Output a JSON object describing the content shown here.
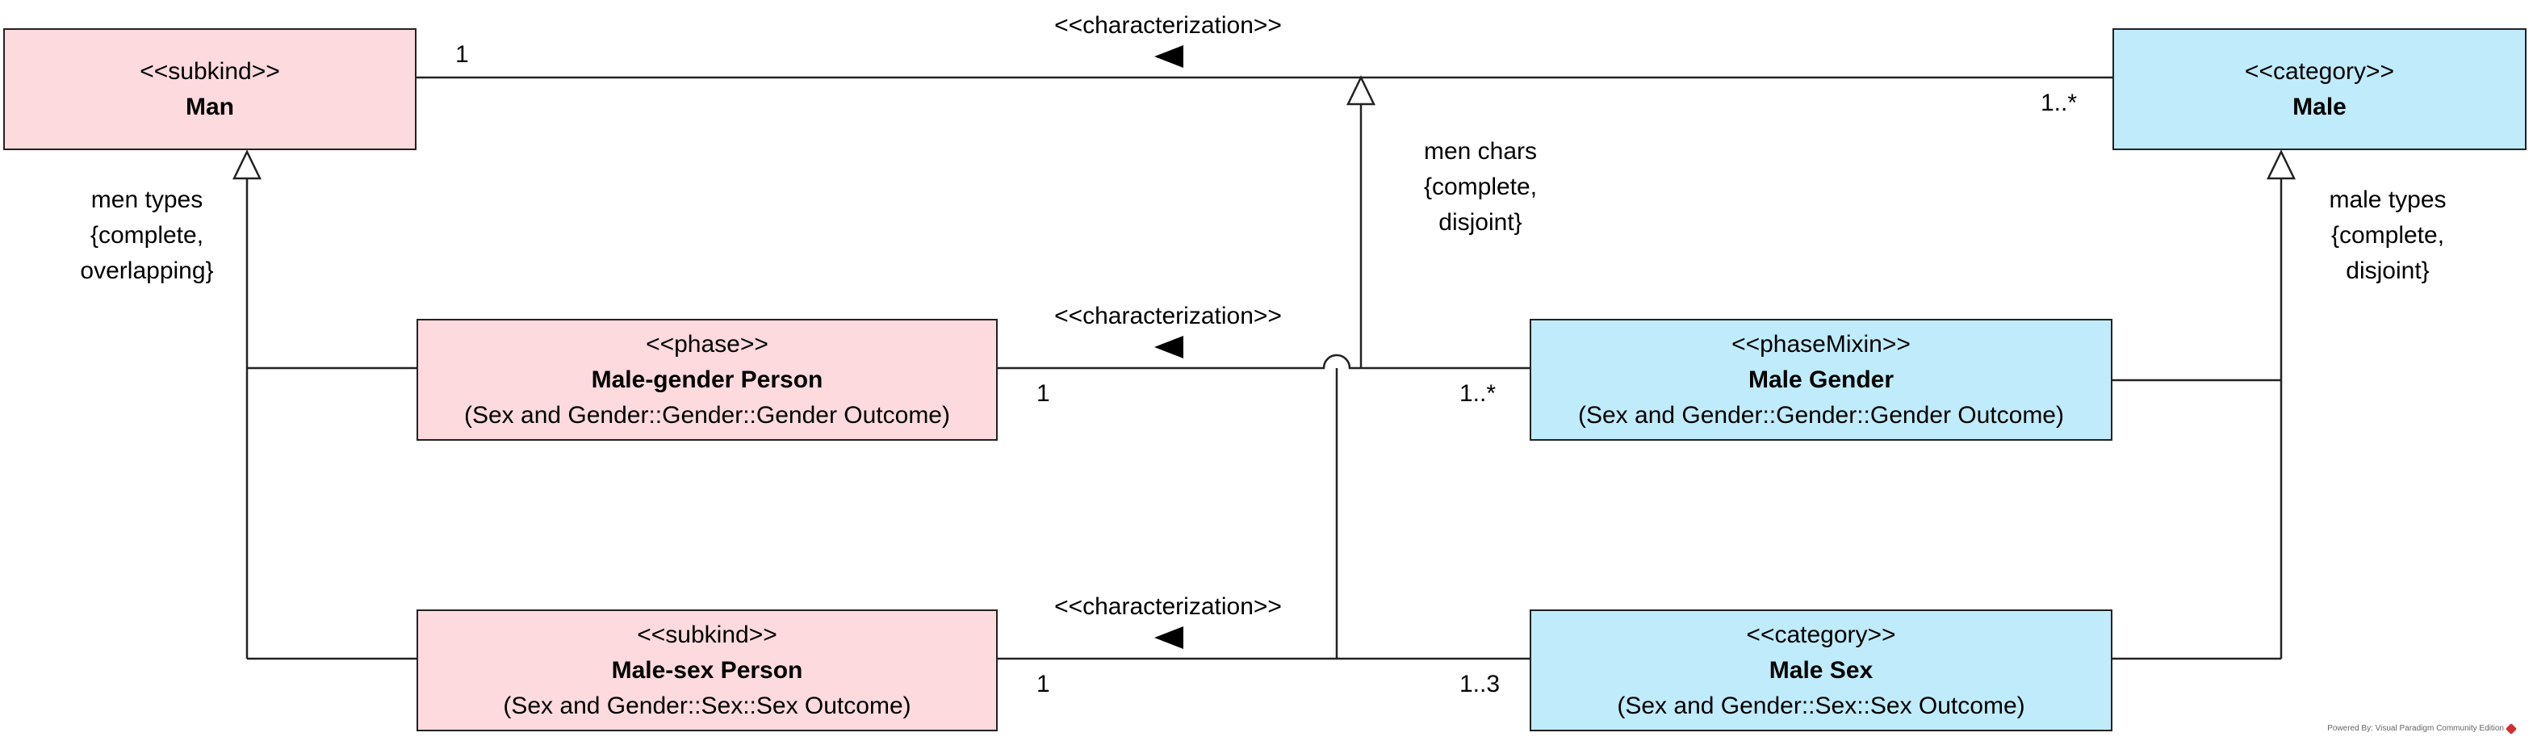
{
  "classes": {
    "man": {
      "stereotype": "<<subkind>>",
      "name": "Man"
    },
    "male": {
      "stereotype": "<<category>>",
      "name": "Male"
    },
    "male_gender_person": {
      "stereotype": "<<phase>>",
      "name": "Male-gender Person",
      "package": "(Sex and Gender::Gender::Gender Outcome)"
    },
    "male_gender": {
      "stereotype": "<<phaseMixin>>",
      "name": "Male Gender",
      "package": "(Sex and Gender::Gender::Gender Outcome)"
    },
    "male_sex_person": {
      "stereotype": "<<subkind>>",
      "name": "Male-sex Person",
      "package": "(Sex and Gender::Sex::Sex Outcome)"
    },
    "male_sex": {
      "stereotype": "<<category>>",
      "name": "Male Sex",
      "package": "(Sex and Gender::Sex::Sex Outcome)"
    }
  },
  "associations": {
    "top": {
      "label": "<<characterization>>",
      "source_mult": "1",
      "target_mult": "1..*"
    },
    "middle": {
      "label": "<<characterization>>",
      "source_mult": "1",
      "target_mult": "1..*"
    },
    "bottom": {
      "label": "<<characterization>>",
      "source_mult": "1",
      "target_mult": "1..3"
    }
  },
  "generalization_sets": {
    "men_types": "men types\n{complete,\noverlapping}",
    "men_chars": "men chars\n{complete,\ndisjoint}",
    "male_types": "male types\n{complete,\ndisjoint}"
  },
  "footer": {
    "credit": "Powered By: Visual Paradigm Community Edition"
  },
  "colors": {
    "pink_fill": "#fcdadd",
    "blue_fill": "#c0ebfb",
    "line": "#222222"
  }
}
